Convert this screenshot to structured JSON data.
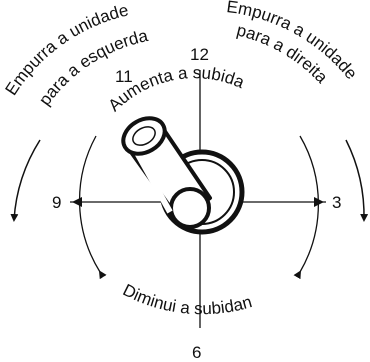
{
  "diagram": {
    "clock": {
      "n12": "12",
      "n11": "11",
      "n9": "9",
      "n3": "3",
      "n6": "6"
    },
    "labels": {
      "push_left_line1": "Empurra a unidade",
      "push_left_line2": "para a esquerda",
      "push_right_line1": "Empurra a unidade",
      "push_right_line2": "para a direita",
      "increase": "Aumenta a subida",
      "decrease": "Diminui a subidan"
    },
    "colors": {
      "ink": "#111111",
      "background": "#ffffff"
    }
  }
}
